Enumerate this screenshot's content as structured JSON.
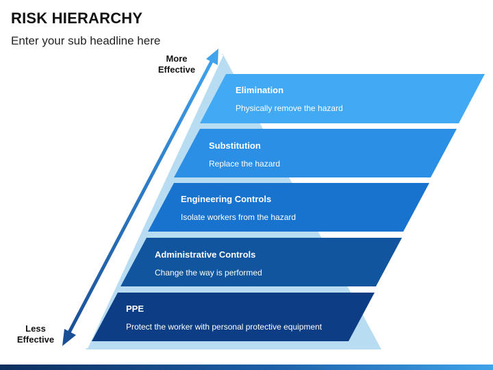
{
  "header": {
    "title": "RISK HIERARCHY",
    "subtitle": "Enter your sub headline here"
  },
  "axis": {
    "top_label": "More Effective",
    "bottom_label": "Less Effective"
  },
  "levels": [
    {
      "title": "Elimination",
      "description": "Physically remove the hazard",
      "color": "#42aaf5"
    },
    {
      "title": "Substitution",
      "description": "Replace the hazard",
      "color": "#2b8fe6"
    },
    {
      "title": "Engineering Controls",
      "description": "Isolate workers from the hazard",
      "color": "#1873cf"
    },
    {
      "title": "Administrative Controls",
      "description": "Change the way is performed",
      "color": "#10559e"
    },
    {
      "title": "PPE",
      "description": "Protect the worker with personal protective equipment",
      "color": "#0d3d84"
    }
  ],
  "colors": {
    "triangle_fill": "#b8ddf3",
    "arrow": "#2e7dd6",
    "accent_dark": "#0d2f5e"
  }
}
